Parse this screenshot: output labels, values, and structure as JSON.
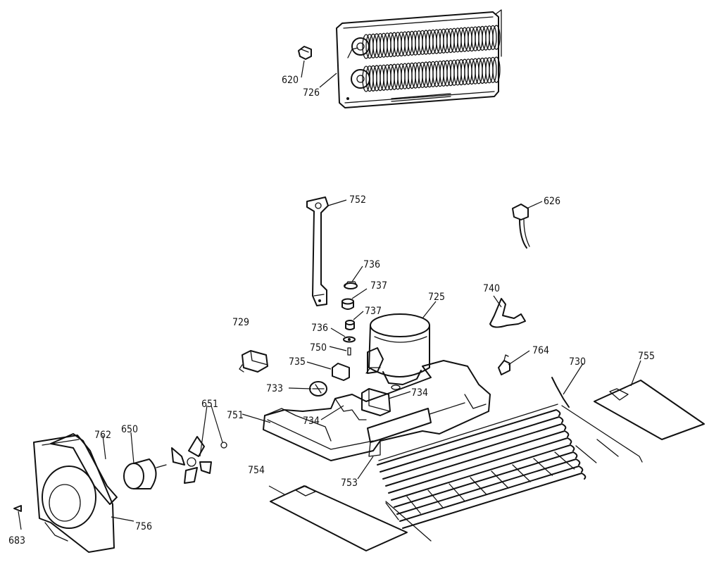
{
  "diagram": {
    "parts": [
      {
        "id": "p620",
        "label": "620"
      },
      {
        "id": "p726",
        "label": "726"
      },
      {
        "id": "p752",
        "label": "752"
      },
      {
        "id": "p626",
        "label": "626"
      },
      {
        "id": "p736a",
        "label": "736"
      },
      {
        "id": "p737a",
        "label": "737"
      },
      {
        "id": "p737b",
        "label": "737"
      },
      {
        "id": "p725",
        "label": "725"
      },
      {
        "id": "p740",
        "label": "740"
      },
      {
        "id": "p729",
        "label": "729"
      },
      {
        "id": "p736b",
        "label": "736"
      },
      {
        "id": "p750",
        "label": "750"
      },
      {
        "id": "p735",
        "label": "735"
      },
      {
        "id": "p764",
        "label": "764"
      },
      {
        "id": "p730",
        "label": "730"
      },
      {
        "id": "p755",
        "label": "755"
      },
      {
        "id": "p733",
        "label": "733"
      },
      {
        "id": "p734a",
        "label": "734"
      },
      {
        "id": "p651",
        "label": "651"
      },
      {
        "id": "p751",
        "label": "751"
      },
      {
        "id": "p734b",
        "label": "734"
      },
      {
        "id": "p762",
        "label": "762"
      },
      {
        "id": "p650",
        "label": "650"
      },
      {
        "id": "p754",
        "label": "754"
      },
      {
        "id": "p753",
        "label": "753"
      },
      {
        "id": "p756",
        "label": "756"
      },
      {
        "id": "p683",
        "label": "683"
      }
    ]
  }
}
